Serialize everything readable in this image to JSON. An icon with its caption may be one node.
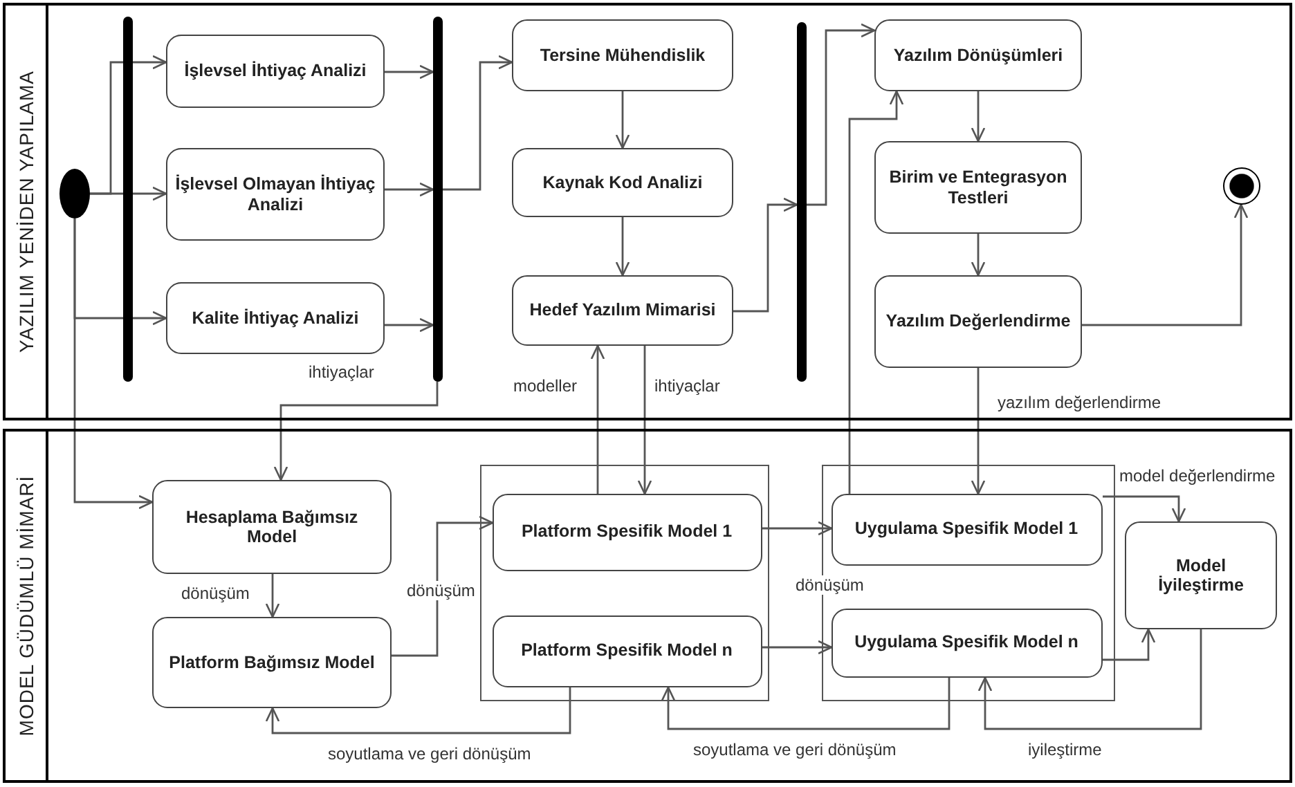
{
  "diagram": {
    "nodes": [
      {
        "text": [
          "YAZILIM YENİDEN YAPILAMA"
        ]
      },
      {
        "text": [],
        "shape": "circle",
        "in": 0
      },
      {
        "text": [],
        "shape": "bar",
        "in": 0
      },
      {
        "text": [
          "İşlevsel İhtiyaç Analizi"
        ],
        "in": 0
      },
      {
        "text": [
          "İşlevsel Olmayan İhtiyaç Analizi"
        ],
        "in": 0
      },
      {
        "text": [
          "Kalite İhtiyaç Analizi"
        ],
        "in": 0
      },
      {
        "text": [],
        "shape": "bar",
        "in": 0
      },
      {
        "text": [
          "Tersine Mühendislik"
        ],
        "in": 0
      },
      {
        "text": [
          "Kaynak Kod Analizi"
        ],
        "in": 0
      },
      {
        "text": [
          "Hedef Yazılım Mimarisi"
        ],
        "in": 0
      },
      {
        "text": [],
        "shape": "bar",
        "in": 0
      },
      {
        "text": [
          "Yazılım Dönüşümleri"
        ],
        "in": 0
      },
      {
        "text": [
          "Birim ve Entegrasyon Testleri"
        ],
        "in": 0
      },
      {
        "text": [
          "Yazılım Değerlendirme"
        ],
        "in": 0
      },
      {
        "text": [],
        "shape": "bullseye",
        "in": 0
      },
      {
        "text": [
          "MODEL GÜDÜMLÜ MİMARİ"
        ]
      },
      {
        "text": [
          "Hesaplama Bağımsız Model"
        ],
        "in": 15
      },
      {
        "text": [
          "Platform Bağımsız Model"
        ],
        "in": 15
      },
      {
        "text": [],
        "shape": "box",
        "in": 15
      },
      {
        "text": [
          "Platform Spesifik Model 1"
        ],
        "in": 18
      },
      {
        "text": [
          "Platform Spesifik Model n"
        ],
        "in": 18
      },
      {
        "text": [],
        "shape": "box",
        "in": 15
      },
      {
        "text": [
          "Uygulama Spesifik Model 1"
        ],
        "in": 21
      },
      {
        "text": [
          "Uygulama Spesifik Model n"
        ],
        "in": 21
      },
      {
        "text": [
          "Model İyileştirme"
        ],
        "in": 15
      }
    ],
    "edges": [
      {
        "from": 1,
        "to": 3,
        "arrow": "to"
      },
      {
        "from": 1,
        "to": 4,
        "arrow": "to"
      },
      {
        "from": 1,
        "to": 5,
        "arrow": "to"
      },
      {
        "from": 1,
        "to": 16,
        "arrow": "to"
      },
      {
        "from": 3,
        "to": 6,
        "arrow": "to"
      },
      {
        "from": 4,
        "to": 6,
        "arrow": "to"
      },
      {
        "from": 5,
        "to": 6,
        "arrow": "to"
      },
      {
        "from": 6,
        "to": 7,
        "arrow": "to"
      },
      {
        "from": 6,
        "to": 16,
        "arrow": "to",
        "label": "ihtiyaçlar"
      },
      {
        "from": 7,
        "to": 8,
        "arrow": "to"
      },
      {
        "from": 8,
        "to": 9,
        "arrow": "to"
      },
      {
        "from": 9,
        "to": 10,
        "arrow": "to"
      },
      {
        "from": 10,
        "to": 11,
        "arrow": "to"
      },
      {
        "from": 11,
        "to": 12,
        "arrow": "to"
      },
      {
        "from": 12,
        "to": 13,
        "arrow": "to"
      },
      {
        "from": 13,
        "to": 14,
        "arrow": "to"
      },
      {
        "from": 13,
        "to": 22,
        "arrow": "to",
        "label": "yazılım değerlendirme"
      },
      {
        "from": 19,
        "to": 9,
        "arrow": "to",
        "label": "modeller"
      },
      {
        "from": 9,
        "to": 19,
        "arrow": "to",
        "label": "ihtiyaçlar"
      },
      {
        "from": 22,
        "to": 11,
        "arrow": "to"
      },
      {
        "from": 16,
        "to": 17,
        "arrow": "to",
        "label": "dönüşüm"
      },
      {
        "from": 17,
        "to": 19,
        "arrow": "to",
        "label": "dönüşüm"
      },
      {
        "from": 19,
        "to": 22,
        "arrow": "to",
        "label": "dönüşüm"
      },
      {
        "from": 20,
        "to": 23,
        "arrow": "to"
      },
      {
        "from": 20,
        "to": 17,
        "arrow": "to",
        "label": "soyutlama ve geri dönüşüm"
      },
      {
        "from": 23,
        "to": 20,
        "arrow": "to",
        "label": "soyutlama ve geri dönüşüm"
      },
      {
        "from": 22,
        "to": 24,
        "arrow": "to",
        "label": "model değerlendirme"
      },
      {
        "from": 23,
        "to": 24,
        "arrow": "to"
      },
      {
        "from": 24,
        "to": 23,
        "arrow": "to",
        "label": "iyileştirme"
      }
    ]
  }
}
